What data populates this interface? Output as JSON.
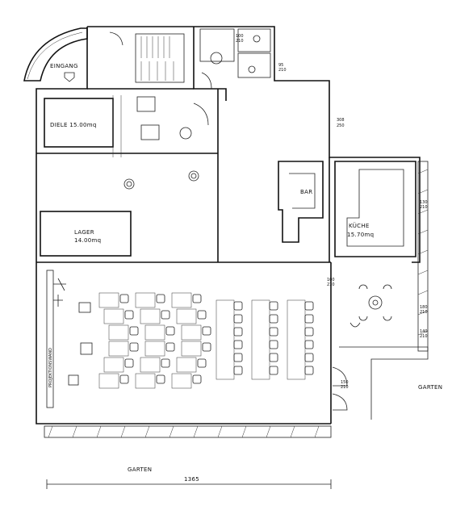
{
  "rooms": {
    "entrance": "EINGANG",
    "hall": "DIELE 15.00mq",
    "storage": "LAGER",
    "storage_area": "14.00mq",
    "bar": "BAR",
    "kitchen": "KÜCHE",
    "kitchen_area": "15.70mq",
    "garden_bottom": "GARTEN",
    "garden_right": "GARTEN"
  },
  "dimensions": {
    "overall_width": "1365",
    "d1_a": "100",
    "d1_b": "210",
    "d2_a": "95",
    "d2_b": "210",
    "d3_a": "308",
    "d3_b": "250",
    "d4_a": "100",
    "d4_b": "210",
    "d5_a": "130",
    "d5_b": "210",
    "d6_a": "180",
    "d6_b": "210",
    "d7_a": "140",
    "d7_b": "210",
    "d8_a": "150",
    "d8_b": "210"
  },
  "stage_label": "PROJEKTIONSWAND"
}
